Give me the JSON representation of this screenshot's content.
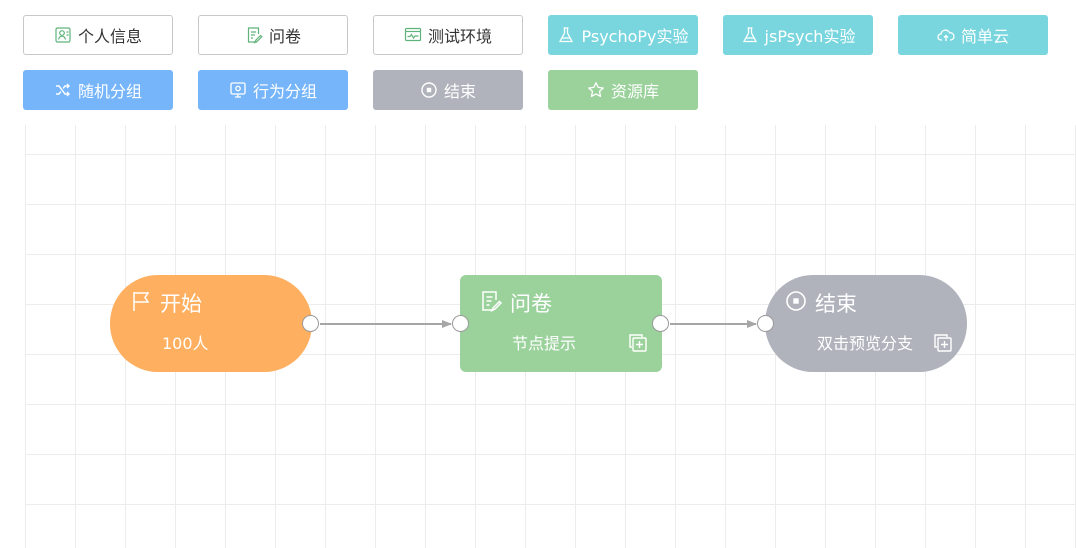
{
  "toolbar": {
    "row1": [
      {
        "label": "个人信息",
        "icon": "person-card-icon",
        "style": "outline"
      },
      {
        "label": "问卷",
        "icon": "questionnaire-icon",
        "style": "outline"
      },
      {
        "label": "测试环境",
        "icon": "monitor-wave-icon",
        "style": "outline"
      },
      {
        "label": "PsychoPy实验",
        "icon": "flask-icon",
        "style": "cyan"
      },
      {
        "label": "jsPsych实验",
        "icon": "flask-icon",
        "style": "cyan"
      },
      {
        "label": "简单云",
        "icon": "cloud-upload-icon",
        "style": "cyan"
      }
    ],
    "row2": [
      {
        "label": "随机分组",
        "icon": "shuffle-icon",
        "style": "blue"
      },
      {
        "label": "行为分组",
        "icon": "behavior-screen-icon",
        "style": "blue"
      },
      {
        "label": "结束",
        "icon": "stop-circle-icon",
        "style": "gray"
      },
      {
        "label": "资源库",
        "icon": "star-icon",
        "style": "green"
      }
    ]
  },
  "nodes": {
    "start": {
      "title": "开始",
      "subtitle": "100人",
      "icon": "flag-icon",
      "color": "#ffaf60"
    },
    "questionnaire": {
      "title": "问卷",
      "subtitle": "节点提示",
      "icon": "questionnaire-icon",
      "color": "#9bd29c"
    },
    "end": {
      "title": "结束",
      "subtitle": "双击预览分支",
      "icon": "stop-circle-icon",
      "color": "#b0b3bc"
    }
  },
  "colors": {
    "outline_border": "#c8c8c8",
    "cyan": "#79d6de",
    "blue": "#77b5fb",
    "gray": "#b0b3bc",
    "green": "#9bd29c",
    "orange": "#ffaf60",
    "grid": "#ececec",
    "edge": "#a6a6a6"
  }
}
